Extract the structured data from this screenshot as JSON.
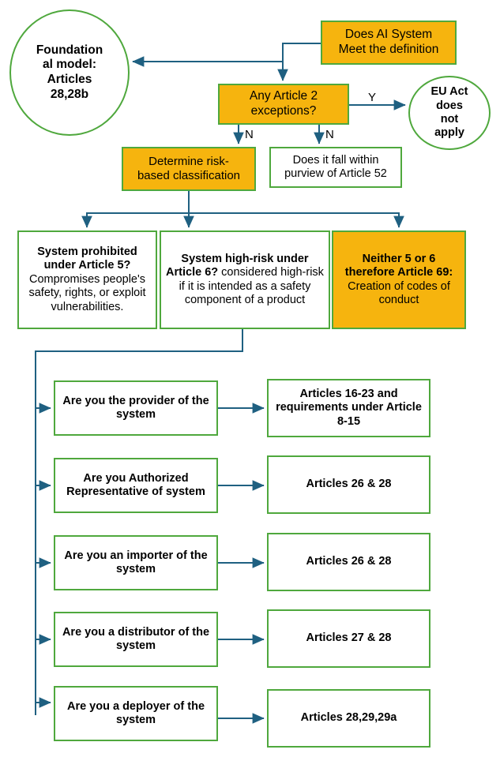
{
  "theme": {
    "orange": "#F6B40E",
    "green_border": "#4FA83D",
    "line_blue": "#1F6081",
    "text": "#000000",
    "background": "#FFFFFF"
  },
  "nodes": {
    "foundation_model": "Foundation al model: Articles 28,28b",
    "foundation_model_lines": [
      "Foundation",
      "al model:",
      "Articles",
      "28,28b"
    ],
    "meet_definition_lines": [
      "Does AI System",
      "Meet the definition"
    ],
    "article2_lines": [
      "Any Article 2",
      "exceptions?"
    ],
    "eu_act_lines": [
      "EU Act",
      "does",
      "not",
      "apply"
    ],
    "determine_lines": [
      "Determine risk-",
      "based classification"
    ],
    "article52_lines": [
      "Does it fall within",
      "purview of Article 52"
    ],
    "prohibited": {
      "heading": "System prohibited under Article 5?",
      "body": "Compromises people's safety, rights, or exploit vulnerabilities."
    },
    "high_risk": {
      "heading": "System high-risk under Article 6?",
      "body": "considered high-risk if it is intended as a safety component of a product"
    },
    "neither": {
      "heading": "Neither 5 or 6 therefore Article 69:",
      "body": "Creation of codes of conduct"
    }
  },
  "edge_labels": {
    "yes": "Y",
    "no_left": "N",
    "no_right": "N"
  },
  "role_rows": [
    {
      "question": "Are you the provider of the system",
      "answer": "Articles 16-23 and requirements under Article 8-15"
    },
    {
      "question": "Are you Authorized Representative of system",
      "answer": "Articles 26 & 28"
    },
    {
      "question": "Are you an importer of the system",
      "answer": "Articles 26 & 28"
    },
    {
      "question": "Are you a distributor of the system",
      "answer": "Articles 27 & 28"
    },
    {
      "question": "Are you a deployer of the system",
      "answer": "Articles 28,29,29a"
    }
  ]
}
